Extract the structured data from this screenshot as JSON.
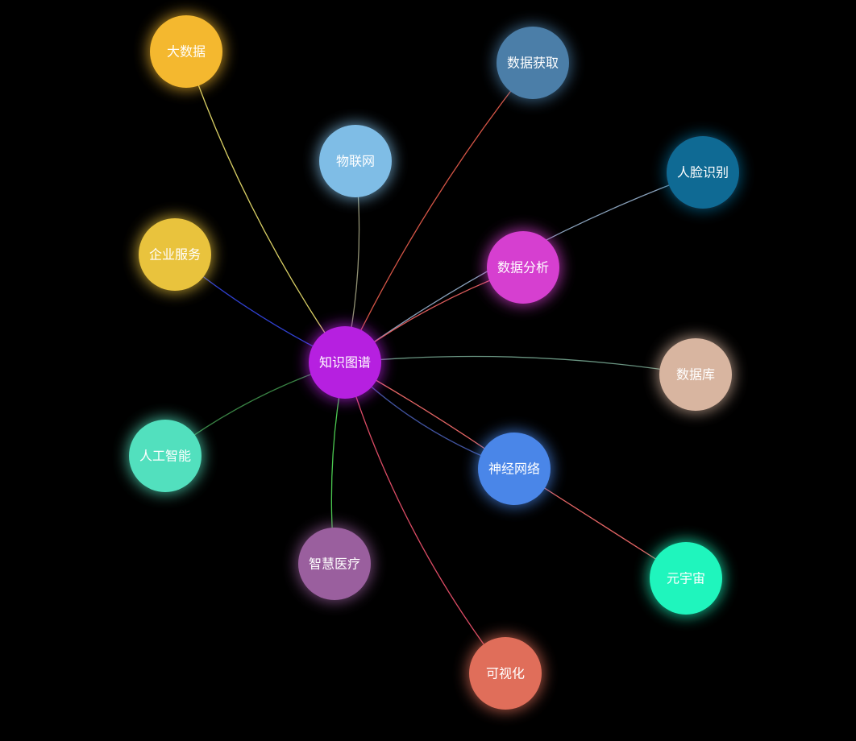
{
  "graph": {
    "type": "force-graph",
    "center_node": "kg",
    "nodes": [
      {
        "id": "kg",
        "label": "知识图谱",
        "color": "#b620e0"
      },
      {
        "id": "bigdata",
        "label": "大数据",
        "color": "#f4b82f"
      },
      {
        "id": "acquire",
        "label": "数据获取",
        "color": "#4b7ea8"
      },
      {
        "id": "iot",
        "label": "物联网",
        "color": "#7fbde6"
      },
      {
        "id": "face",
        "label": "人脸识别",
        "color": "#0f6a94"
      },
      {
        "id": "enterprise",
        "label": "企业服务",
        "color": "#e9c33d"
      },
      {
        "id": "analysis",
        "label": "数据分析",
        "color": "#d63fd0"
      },
      {
        "id": "database",
        "label": "数据库",
        "color": "#d8b5a0"
      },
      {
        "id": "ai",
        "label": "人工智能",
        "color": "#52e0be"
      },
      {
        "id": "neural",
        "label": "神经网络",
        "color": "#4a86e8"
      },
      {
        "id": "medical",
        "label": "智慧医疗",
        "color": "#9a5f9e"
      },
      {
        "id": "metaverse",
        "label": "元宇宙",
        "color": "#1ff5bd"
      },
      {
        "id": "viz",
        "label": "可视化",
        "color": "#e06e5a"
      }
    ],
    "links": [
      {
        "source": "kg",
        "target": "bigdata",
        "color": "#e6db6a"
      },
      {
        "source": "kg",
        "target": "acquire",
        "color": "#e05a4a"
      },
      {
        "source": "kg",
        "target": "iot",
        "color": "#9a9a7a"
      },
      {
        "source": "kg",
        "target": "face",
        "color": "#8fa9c4"
      },
      {
        "source": "kg",
        "target": "enterprise",
        "color": "#3344dd"
      },
      {
        "source": "kg",
        "target": "analysis",
        "color": "#e86060"
      },
      {
        "source": "kg",
        "target": "database",
        "color": "#6f9c88"
      },
      {
        "source": "kg",
        "target": "ai",
        "color": "#3c8a48"
      },
      {
        "source": "kg",
        "target": "neural",
        "color": "#f06a6a"
      },
      {
        "source": "kg",
        "target": "neural",
        "color": "#4457a8"
      },
      {
        "source": "kg",
        "target": "medical",
        "color": "#4fd454"
      },
      {
        "source": "kg",
        "target": "viz",
        "color": "#e8506a"
      },
      {
        "source": "neural",
        "target": "metaverse",
        "color": "#f06a6a"
      }
    ]
  }
}
